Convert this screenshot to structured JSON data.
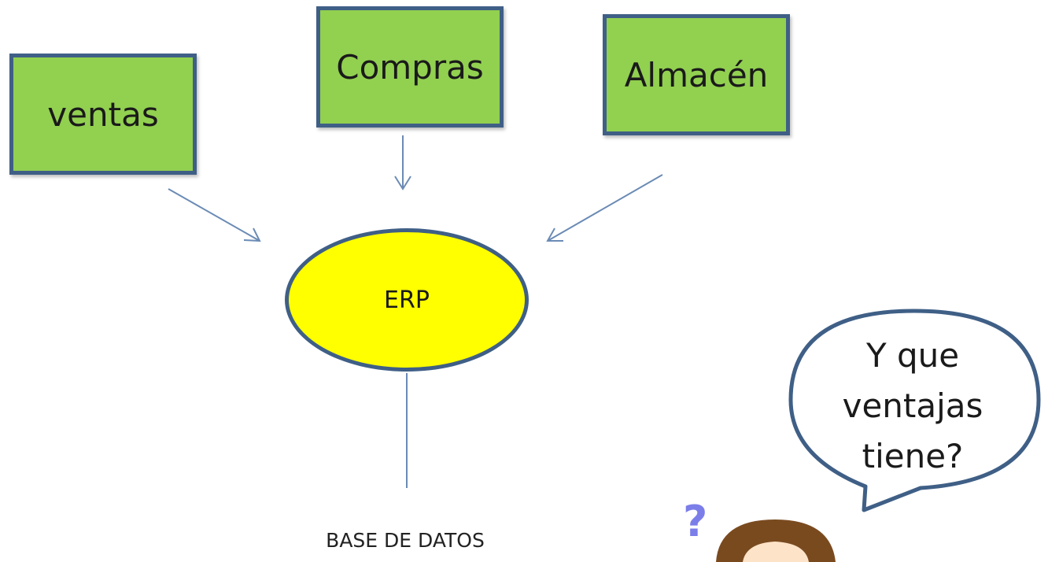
{
  "modules": {
    "ventas": "ventas",
    "compras": "Compras",
    "almacen": "Almacén"
  },
  "center": {
    "label": "ERP"
  },
  "database": {
    "label": "BASE DE DATOS"
  },
  "speech_bubble": {
    "line1": "Y que",
    "line2": "ventajas",
    "line3": "tiene?"
  },
  "colors": {
    "module_fill": "#92d050",
    "border": "#3f5f86",
    "erp_fill": "#ffff00",
    "connector": "#6b8bb5",
    "question_mark": "#7b7ee8"
  },
  "icons": {
    "question_mark": "question-mark-icon",
    "person": "person-icon"
  }
}
